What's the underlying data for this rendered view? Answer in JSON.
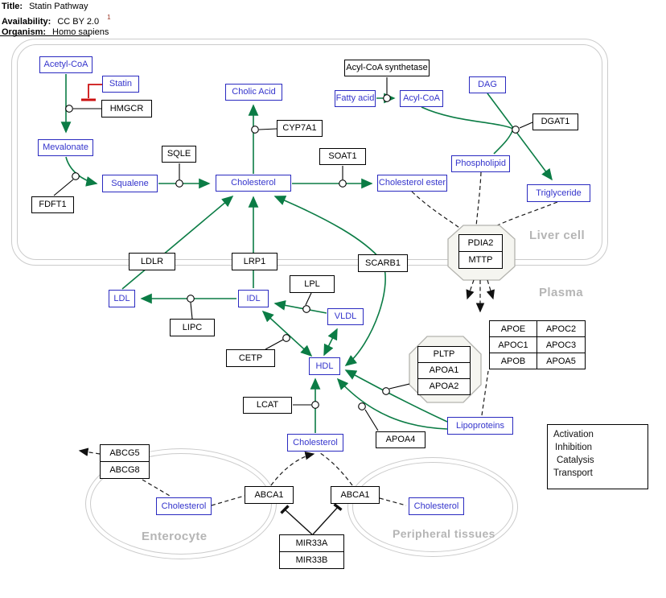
{
  "header": {
    "title_label": "Title:",
    "title": "Statin Pathway",
    "availability_label": "Availability:",
    "availability": "CC BY 2.0",
    "footnote": "1",
    "organism_label": "Organism:",
    "organism": "Homo sapiens"
  },
  "compartments": {
    "liver": "Liver cell",
    "plasma": "Plasma",
    "enterocyte": "Enterocyte",
    "peripheral": "Peripheral tissues"
  },
  "nodes": {
    "acetyl_coa": "Acetyl-CoA",
    "statin": "Statin",
    "hmgcr": "HMGCR",
    "mevalonate": "Mevalonate",
    "fdft1": "FDFT1",
    "squalene": "Squalene",
    "sqle": "SQLE",
    "cholesterol_liver": "Cholesterol",
    "cholic_acid": "Cholic Acid",
    "cyp7a1": "CYP7A1",
    "soat1": "SOAT1",
    "cholesterol_ester": "Cholesterol ester",
    "acyl_coa_synthetase": "Acyl-CoA synthetase",
    "fatty_acid": "Fatty acid",
    "acyl_coa": "Acyl-CoA",
    "dag": "DAG",
    "dgat1": "DGAT1",
    "phospholipid": "Phospholipid",
    "triglyceride": "Triglyceride",
    "pdia2": "PDIA2",
    "mttp": "MTTP",
    "ldlr": "LDLR",
    "lrp1": "LRP1",
    "scarb1": "SCARB1",
    "ldl": "LDL",
    "idl": "IDL",
    "lpl": "LPL",
    "vldl": "VLDL",
    "lipc": "LIPC",
    "cetp": "CETP",
    "hdl": "HDL",
    "lcat": "LCAT",
    "cholesterol_plasma": "Cholesterol",
    "apoa4": "APOA4",
    "lipoproteins": "Lipoproteins",
    "pltp": "PLTP",
    "apoa1": "APOA1",
    "apoa2": "APOA2",
    "abcg5": "ABCG5",
    "abcg8": "ABCG8",
    "cholesterol_enterocyte": "Cholesterol",
    "abca1_left": "ABCA1",
    "abca1_right": "ABCA1",
    "mir33a": "MIR33A",
    "mir33b": "MIR33B",
    "cholesterol_peripheral": "Cholesterol"
  },
  "apo_table": {
    "rows": [
      [
        "APOE",
        "APOC2"
      ],
      [
        "APOC1",
        "APOC3"
      ],
      [
        "APOB",
        "APOA5"
      ]
    ]
  },
  "legend": {
    "activation": "Activation",
    "inhibition": "Inhibition",
    "catalysis": "Catalysis",
    "transport": "Transport"
  },
  "colors": {
    "activation_green": "#0b7c45",
    "legend_activation_green": "#2db92d",
    "inhibition_red": "#cc1111",
    "metabolite_blue": "#3434cc",
    "gene_black": "#000000",
    "compartment_line_gray": "#cbcbcb",
    "compartment_label_gray": "#b5b5b5"
  }
}
